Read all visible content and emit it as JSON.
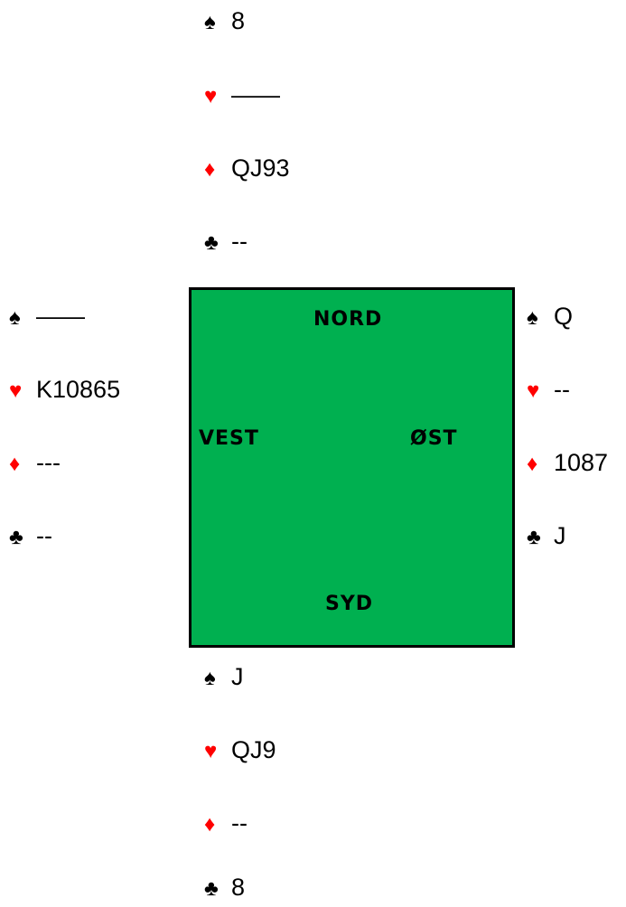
{
  "symbols": {
    "spade": "♠",
    "heart": "♥",
    "diamond": "♦",
    "club": "♣"
  },
  "colors": {
    "table": "#00b050",
    "red_suit": "#ff0000",
    "black_suit": "#000000"
  },
  "seats": {
    "north": "NORD",
    "west": "VEST",
    "east": "ØST",
    "south": "SYD"
  },
  "hands": {
    "north": {
      "spades": "8",
      "hearts": "——",
      "diamonds": "QJ93",
      "clubs": "--"
    },
    "west": {
      "spades": "——",
      "hearts": "K10865",
      "diamonds": "---",
      "clubs": "--"
    },
    "east": {
      "spades": "Q",
      "hearts": "--",
      "diamonds": "1087",
      "clubs": "J"
    },
    "south": {
      "spades": "J",
      "hearts": "QJ9",
      "diamonds": "--",
      "clubs": "8"
    }
  }
}
